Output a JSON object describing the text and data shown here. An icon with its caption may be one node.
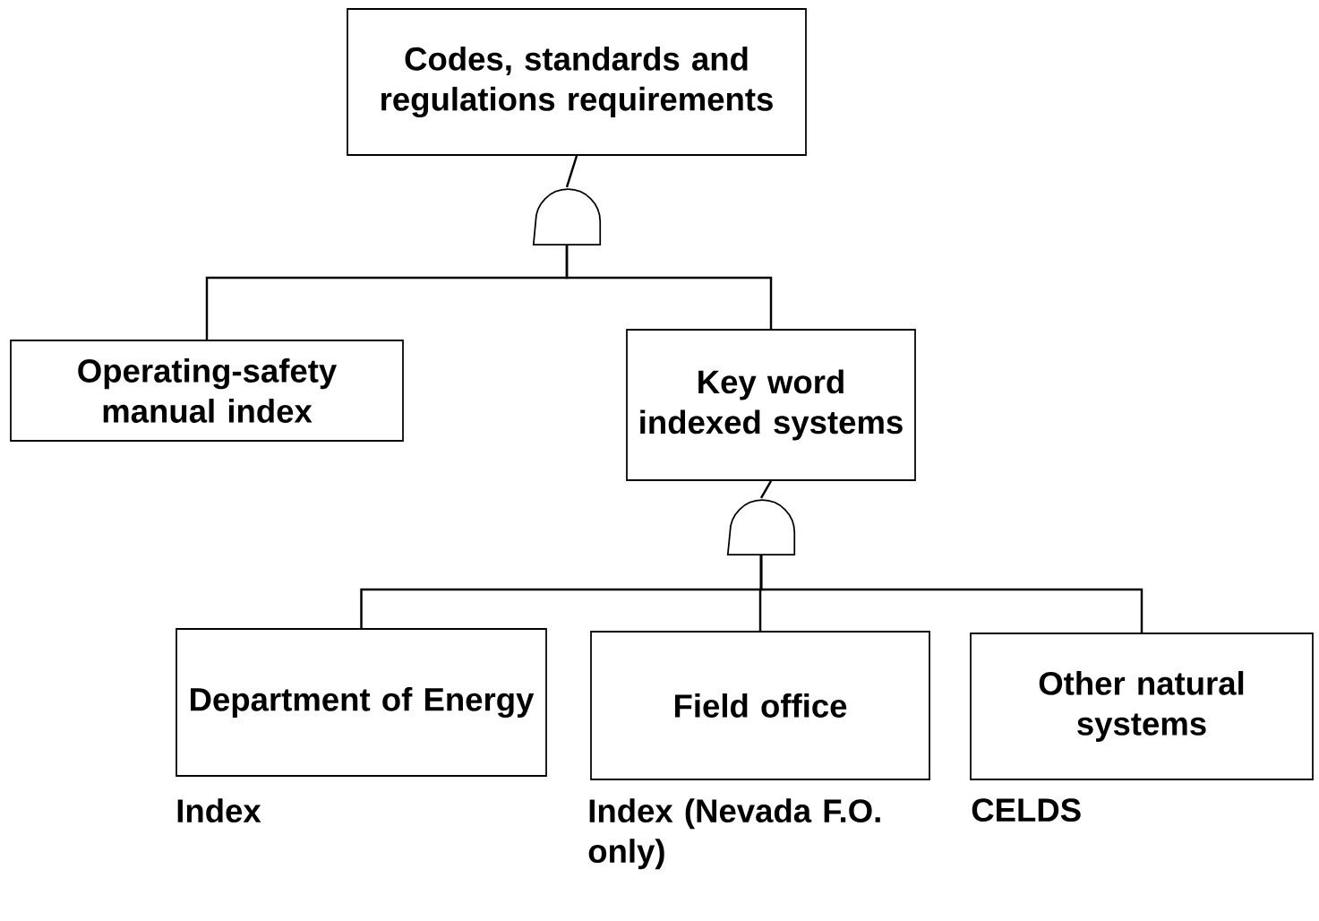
{
  "diagram": {
    "nodes": [
      {
        "text": [
          "Codes, standards and regulations requirements"
        ]
      },
      {
        "text": [],
        "shape": "gate"
      },
      {
        "text": [
          "Operating-safety manual index"
        ]
      },
      {
        "text": [
          "Key word indexed systems"
        ]
      },
      {
        "text": [],
        "shape": "gate"
      },
      {
        "text": [
          "Department of Energy"
        ],
        "beside": [
          "Index"
        ]
      },
      {
        "text": [
          "Field office"
        ],
        "beside": [
          "Index (Nevada F.O. only)"
        ]
      },
      {
        "text": [
          "Other natural systems"
        ],
        "beside": [
          "CELDS"
        ]
      }
    ],
    "edges": [
      {
        "from": 0,
        "to": 1,
        "arrow": "none"
      },
      {
        "from": 1,
        "to": 2,
        "arrow": "none"
      },
      {
        "from": 1,
        "to": 3,
        "arrow": "none"
      },
      {
        "from": 3,
        "to": 4,
        "arrow": "none"
      },
      {
        "from": 4,
        "to": 5,
        "arrow": "none"
      },
      {
        "from": 4,
        "to": 6,
        "arrow": "none"
      },
      {
        "from": 4,
        "to": 7,
        "arrow": "none"
      }
    ]
  }
}
